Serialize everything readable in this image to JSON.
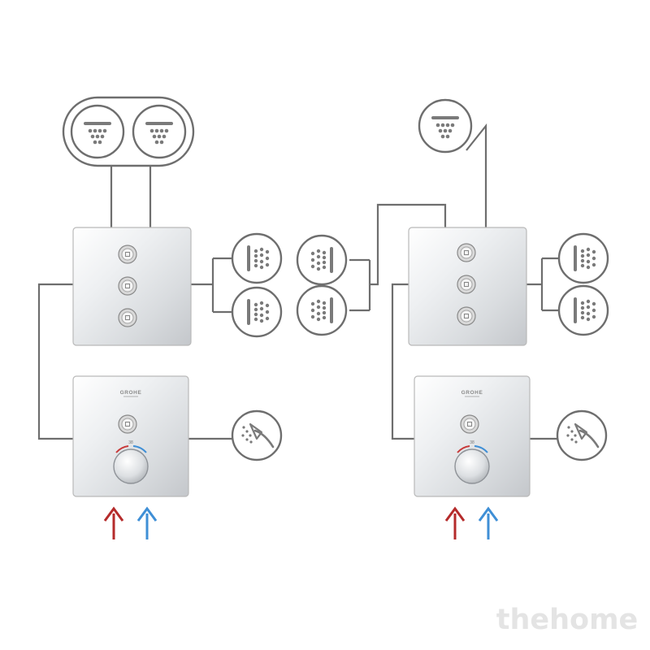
{
  "brand": {
    "logo_text": "GROHE",
    "temperature_mark": "38"
  },
  "watermark": {
    "text": "thehome"
  },
  "colors": {
    "hot_arrow": "#b52b2b",
    "cold_arrow": "#3f8fd6",
    "pipe": "#6e6e6e",
    "icon_outline": "#6e6e6e"
  },
  "icons": {
    "head_shower": "overhead-shower-icon",
    "body_jet": "body-jet-icon",
    "hand_shower": "hand-shower-icon",
    "diverter_button": "push-button-icon",
    "thermostat_knob": "thermostat-knob-icon",
    "hot_inlet": "hot-water-arrow-icon",
    "cold_inlet": "cold-water-arrow-icon"
  }
}
